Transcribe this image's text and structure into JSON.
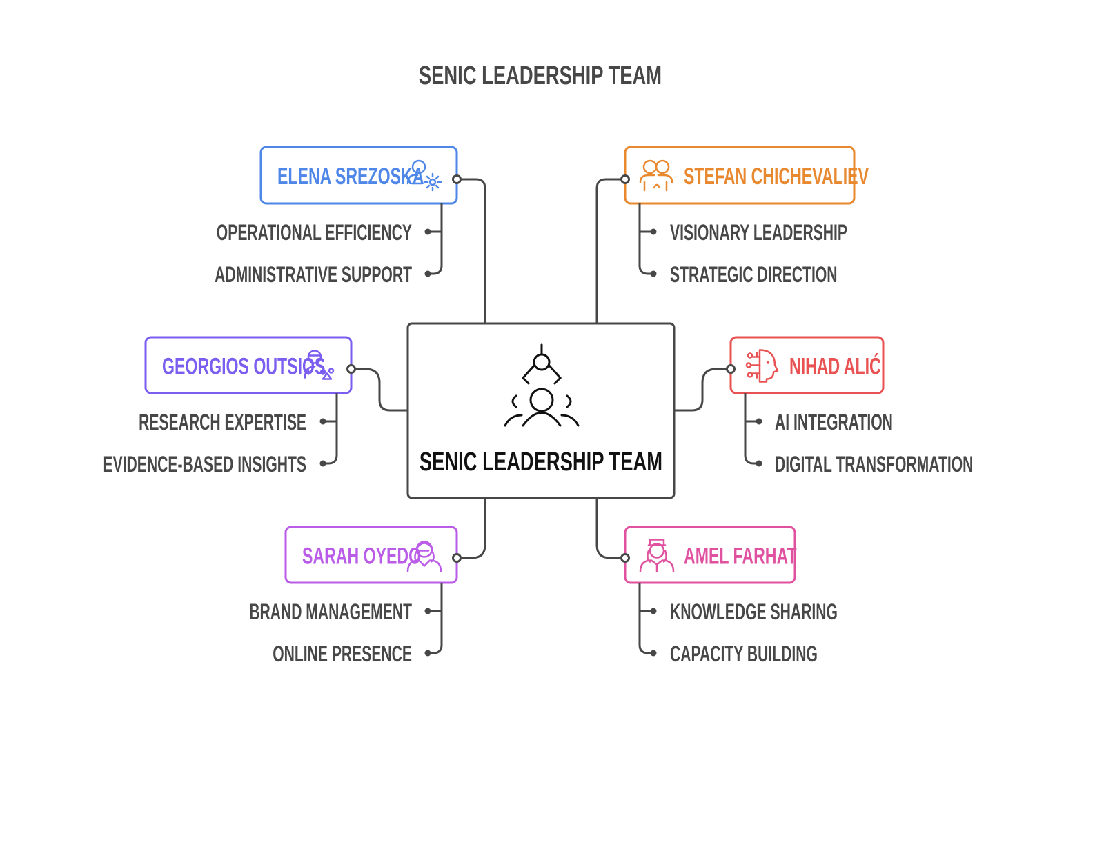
{
  "title": "SENIC LEADERSHIP TEAM",
  "center": {
    "label": "SENIC LEADERSHIP TEAM",
    "icon": "team-leader-icon"
  },
  "colors": {
    "line": "#474747",
    "text": "#474747",
    "center": "#111111"
  },
  "members": [
    {
      "id": "elena",
      "name": "ELENA SREZOSKA",
      "color": "#4f87e8",
      "icon": "user-gear-icon",
      "items": [
        "OPERATIONAL EFFICIENCY",
        "ADMINISTRATIVE SUPPORT"
      ]
    },
    {
      "id": "stefan",
      "name": "STEFAN CHICHEVALIEV",
      "color": "#e8882f",
      "icon": "people-talking-icon",
      "items": [
        "VISIONARY LEADERSHIP",
        "STRATEGIC DIRECTION"
      ]
    },
    {
      "id": "georgios",
      "name": "GEORGIOS OUTSIOS",
      "color": "#7b5ef0",
      "icon": "researcher-icon",
      "items": [
        "RESEARCH EXPERTISE",
        "EVIDENCE-BASED INSIGHTS"
      ]
    },
    {
      "id": "nihad",
      "name": "NIHAD ALIĆ",
      "color": "#e85252",
      "icon": "ai-head-icon",
      "items": [
        "AI INTEGRATION",
        "DIGITAL TRANSFORMATION"
      ]
    },
    {
      "id": "sarah",
      "name": "SARAH OYEDO",
      "color": "#ba5ce8",
      "icon": "woman-icon",
      "items": [
        "BRAND MANAGEMENT",
        "ONLINE PRESENCE"
      ]
    },
    {
      "id": "amel",
      "name": "AMEL FARHAT",
      "color": "#e0529f",
      "icon": "woman-cap-icon",
      "items": [
        "KNOWLEDGE SHARING",
        "CAPACITY BUILDING"
      ]
    }
  ]
}
